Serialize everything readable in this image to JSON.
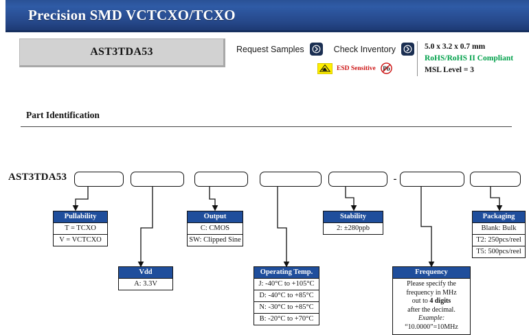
{
  "header": {
    "title": "Precision SMD VCTCXO/TCXO",
    "part_number": "AST3TDA53",
    "actions": [
      {
        "label": "Request Samples",
        "icon": "circle-arrow-right-icon"
      },
      {
        "label": "Check Inventory",
        "icon": "circle-arrow-right-icon"
      }
    ],
    "esd": {
      "label": "ESD Sensitive",
      "icon": "esd-warning-icon"
    },
    "pb": {
      "label": "Pb",
      "icon": "lead-free-icon"
    },
    "specs": [
      {
        "text": "5.0 x 3.2 x 0.7 mm",
        "color": "#111111"
      },
      {
        "text": "RoHS/RoHS II Compliant",
        "color": "#00a04a"
      },
      {
        "text": "MSL Level = 3",
        "color": "#111111"
      }
    ]
  },
  "section": {
    "title": "Part Identification"
  },
  "part_code": {
    "prefix": "AST3TDA53",
    "separator": "-",
    "boxes": [
      "",
      "",
      "",
      "",
      "",
      ""
    ]
  },
  "callouts": [
    {
      "id": "pullability",
      "header": "Pullability",
      "rows": [
        "T = TCXO",
        "V = VCTCXO"
      ]
    },
    {
      "id": "vdd",
      "header": "Vdd",
      "rows": [
        "A: 3.3V"
      ]
    },
    {
      "id": "output",
      "header": "Output",
      "rows": [
        "C: CMOS",
        "SW: Clipped Sine"
      ]
    },
    {
      "id": "operating-temp",
      "header": "Operating Temp.",
      "rows": [
        "J: -40°C to +105°C",
        "D: -40°C to +85°C",
        "N: -30°C to +85°C",
        "B: -20°C to +70°C"
      ]
    },
    {
      "id": "stability",
      "header": "Stability",
      "rows": [
        "2: ±280ppb"
      ]
    },
    {
      "id": "frequency",
      "header": "Frequency",
      "lines": [
        "Please specify the",
        "frequency in MHz",
        "out to",
        "4 digits",
        "after the decimal.",
        "Example:",
        "“10.0000”=10MHz"
      ]
    },
    {
      "id": "packaging",
      "header": "Packaging",
      "rows": [
        "Blank: Bulk",
        "T2: 250pcs/reel",
        "T5: 500pcs/reel"
      ]
    }
  ],
  "colors": {
    "title_blue": "#2a5196",
    "table_header_blue": "#1f4e9c",
    "rohs_green": "#00a04a",
    "esd_red": "#cc1111",
    "esd_yellow": "#ffef00"
  }
}
